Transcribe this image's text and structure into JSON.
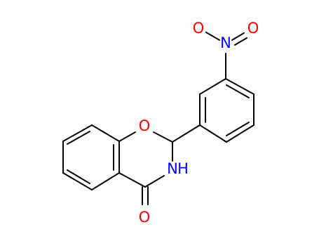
{
  "colors": {
    "background": "#ffffff",
    "bond": "#000000",
    "oxygen": "#ff0000",
    "nitrogen": "#0000ff"
  },
  "atoms": {
    "ring_oxygen": "O",
    "amide_nitrogen": "N",
    "amide_hydrogen": "H",
    "carbonyl_oxygen": "O",
    "nitro_nitrogen": "N",
    "nitro_oxygen_left": "O",
    "nitro_oxygen_right": "O"
  }
}
